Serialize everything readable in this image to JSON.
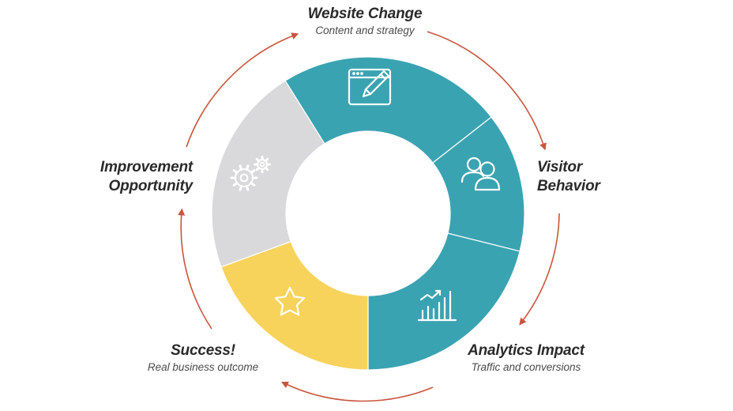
{
  "stages": [
    {
      "id": "website-change",
      "title": "Website Change",
      "subtitle": "Content and strategy",
      "icon": "edit-window-icon"
    },
    {
      "id": "visitor-behavior",
      "title_line1": "Visitor",
      "title_line2": "Behavior",
      "icon": "users-icon"
    },
    {
      "id": "analytics-impact",
      "title": "Analytics Impact",
      "subtitle": "Traffic and conversions",
      "icon": "bar-chart-icon"
    },
    {
      "id": "success",
      "title": "Success!",
      "subtitle": "Real business outcome",
      "icon": "star-icon"
    },
    {
      "id": "improvement-opportunity",
      "title_line1": "Improvement",
      "title_line2": "Opportunity",
      "icon": "gears-icon"
    }
  ],
  "colors": {
    "teal": "#3aa3b1",
    "gray": "#d9d9db",
    "yellow": "#f8d35b",
    "arrow": "#c8553d",
    "separator": "#ffffff"
  }
}
